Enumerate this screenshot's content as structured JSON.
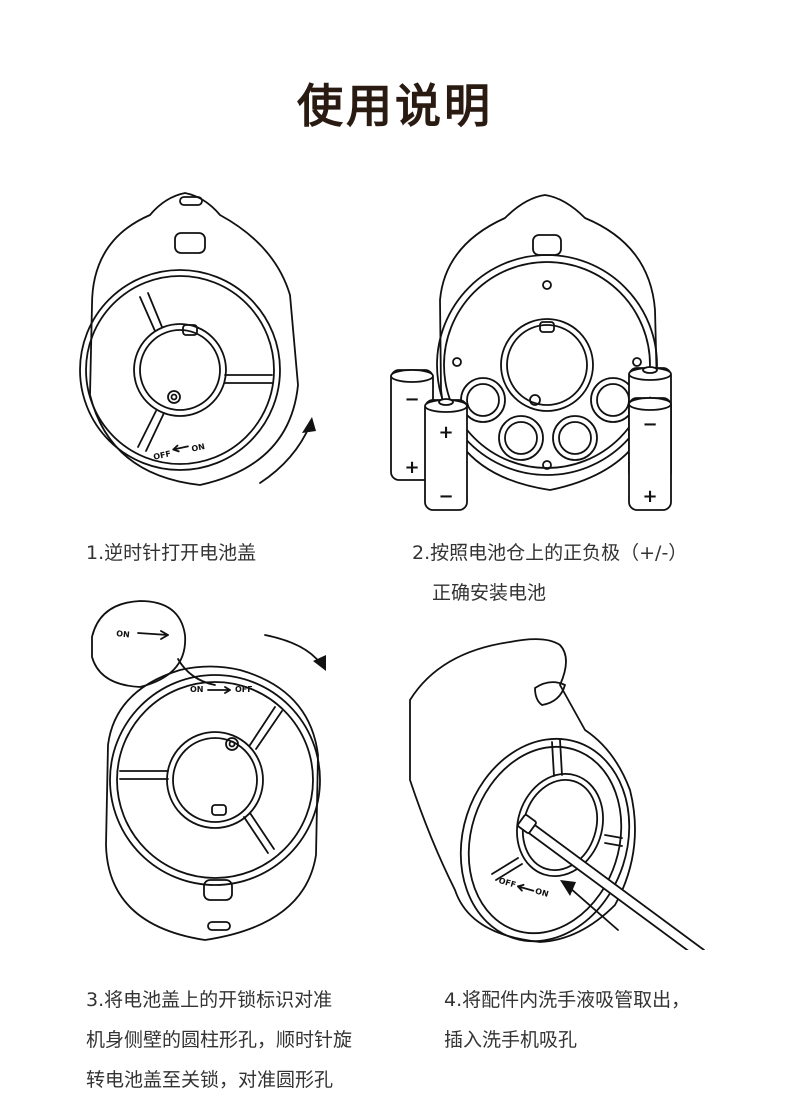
{
  "title": "使用说明",
  "steps": [
    {
      "lines": [
        "1.逆时针打开电池盖"
      ]
    },
    {
      "lines": [
        "2.按照电池仓上的正负极（+/-）",
        "正确安装电池"
      ]
    },
    {
      "lines": [
        "3.将电池盖上的开锁标识对准",
        "机身侧壁的圆柱形孔，顺时针旋",
        "转电池盖至关锁，对准圆形孔"
      ]
    },
    {
      "lines": [
        "4.将配件内洗手液吸管取出，",
        "插入洗手机吸孔"
      ]
    }
  ],
  "labels": {
    "on": "ON",
    "off": "OFF",
    "plus": "+",
    "minus": "−"
  }
}
